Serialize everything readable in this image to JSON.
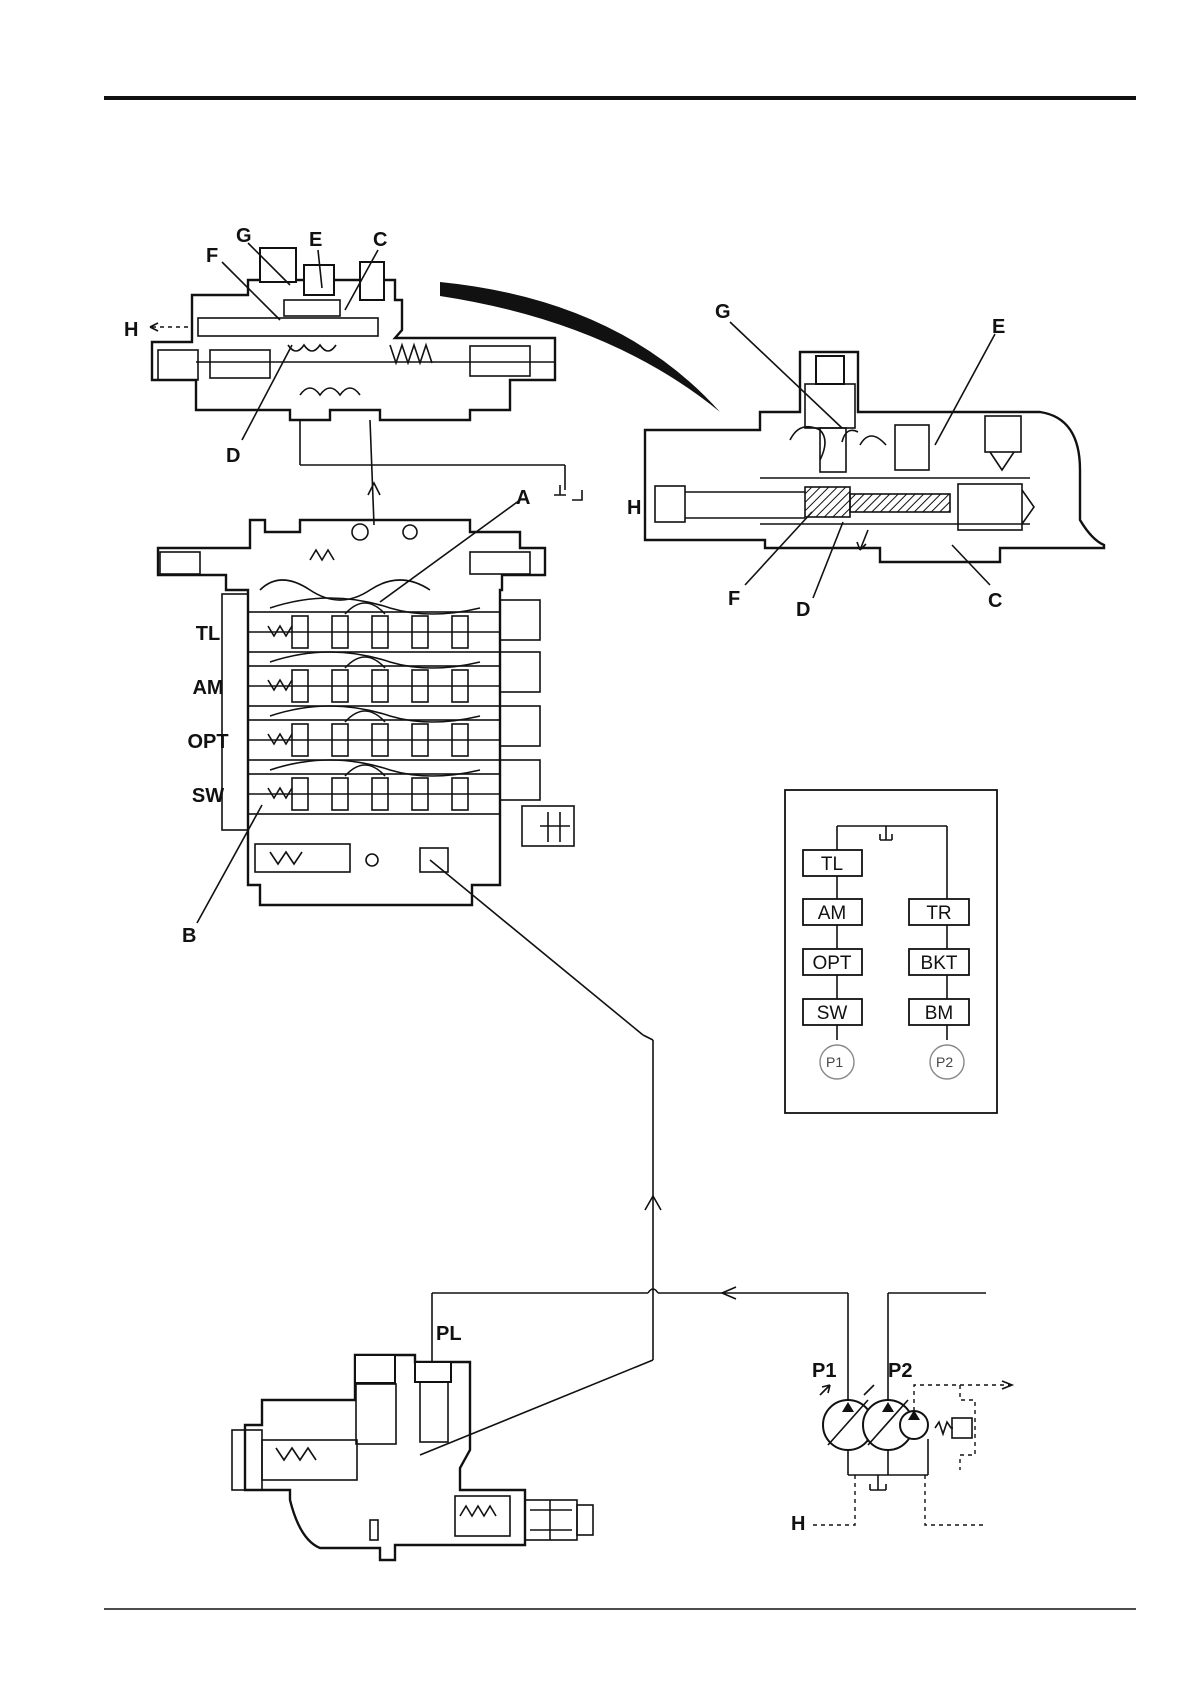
{
  "valve_labels": {
    "top_left": {
      "G": "G",
      "E": "E",
      "C": "C",
      "F": "F",
      "H": "H",
      "D": "D"
    },
    "detail": {
      "G": "G",
      "E": "E",
      "H": "H",
      "F": "F",
      "D": "D",
      "C": "C"
    },
    "main": {
      "A": "A",
      "B": "B"
    }
  },
  "sections": [
    "TL",
    "AM",
    "OPT",
    "SW"
  ],
  "schematic": {
    "left_boxes": [
      "TL",
      "AM",
      "OPT",
      "SW"
    ],
    "right_boxes": [
      "TR",
      "BKT",
      "BM"
    ],
    "pump_left": "P1",
    "pump_right": "P2"
  },
  "pilot_valve": {
    "label": "PL"
  },
  "pump": {
    "p1": "P1",
    "p2": "P2",
    "h": "H"
  }
}
